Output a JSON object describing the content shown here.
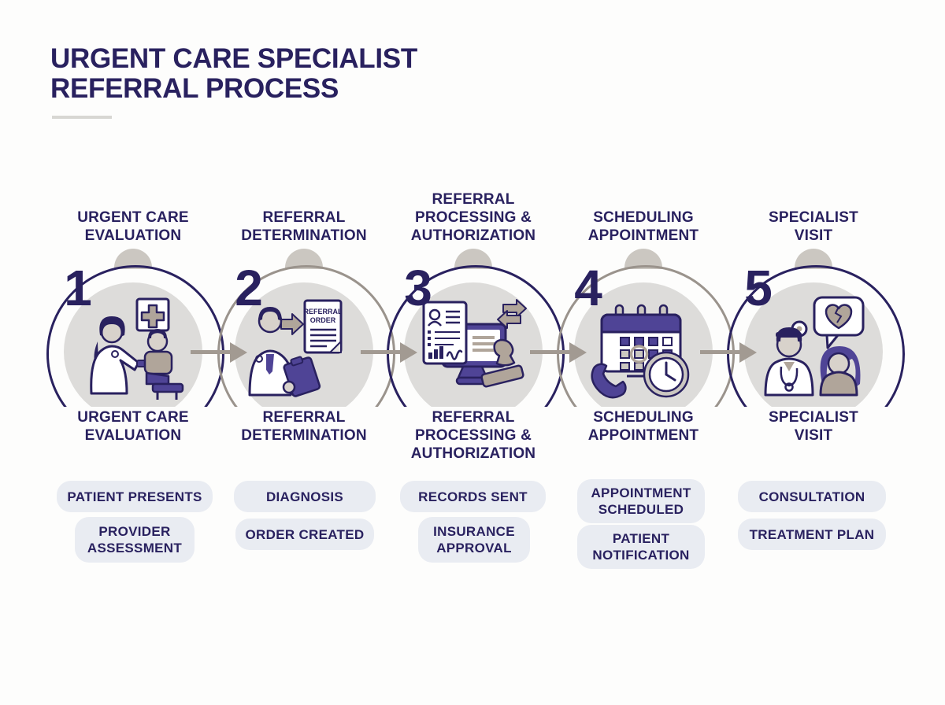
{
  "title": "URGENT CARE SPECIALIST\nREFERRAL PROCESS",
  "colors": {
    "navy": "#29215f",
    "purple": "#4f4496",
    "taupe": "#b0a59a",
    "ring_gray": "#9a938c",
    "tab_gray": "#cbc7c1",
    "inner_circle_gray": "#dddcda",
    "pill_background": "#e9ecf2",
    "arrow_gray": "#a29a92"
  },
  "steps": [
    {
      "number": "1",
      "header": "URGENT CARE\nEVALUATION",
      "label": "URGENT CARE\nEVALUATION",
      "icon": "provider-examining-patient-icon",
      "tags": [
        "PATIENT PRESENTS",
        "PROVIDER\nASSESSMENT"
      ]
    },
    {
      "number": "2",
      "header": "REFERRAL\nDETERMINATION",
      "label": "REFERRAL\nDETERMINATION",
      "icon": "doctor-referral-order-icon",
      "icon_text": [
        "REFERRAL",
        "ORDER"
      ],
      "tags": [
        "DIAGNOSIS",
        "ORDER CREATED"
      ]
    },
    {
      "number": "3",
      "header": "REFERRAL\nPROCESSING &\nAUTHORIZATION",
      "label": "REFERRAL\nPROCESSING &\nAUTHORIZATION",
      "icon": "records-computer-stamp-icon",
      "tags": [
        "RECORDS SENT",
        "INSURANCE\nAPPROVAL"
      ]
    },
    {
      "number": "4",
      "header": "SCHEDULING\nAPPOINTMENT",
      "label": "SCHEDULING\nAPPOINTMENT",
      "icon": "calendar-phone-clock-icon",
      "tags": [
        "APPOINTMENT\nSCHEDULED",
        "PATIENT\nNOTIFICATION"
      ]
    },
    {
      "number": "5",
      "header": "SPECIALIST\nVISIT",
      "label": "SPECIALIST\nVISIT",
      "icon": "doctor-patient-consult-icon",
      "tags": [
        "CONSULTATION",
        "TREATMENT PLAN"
      ]
    }
  ]
}
